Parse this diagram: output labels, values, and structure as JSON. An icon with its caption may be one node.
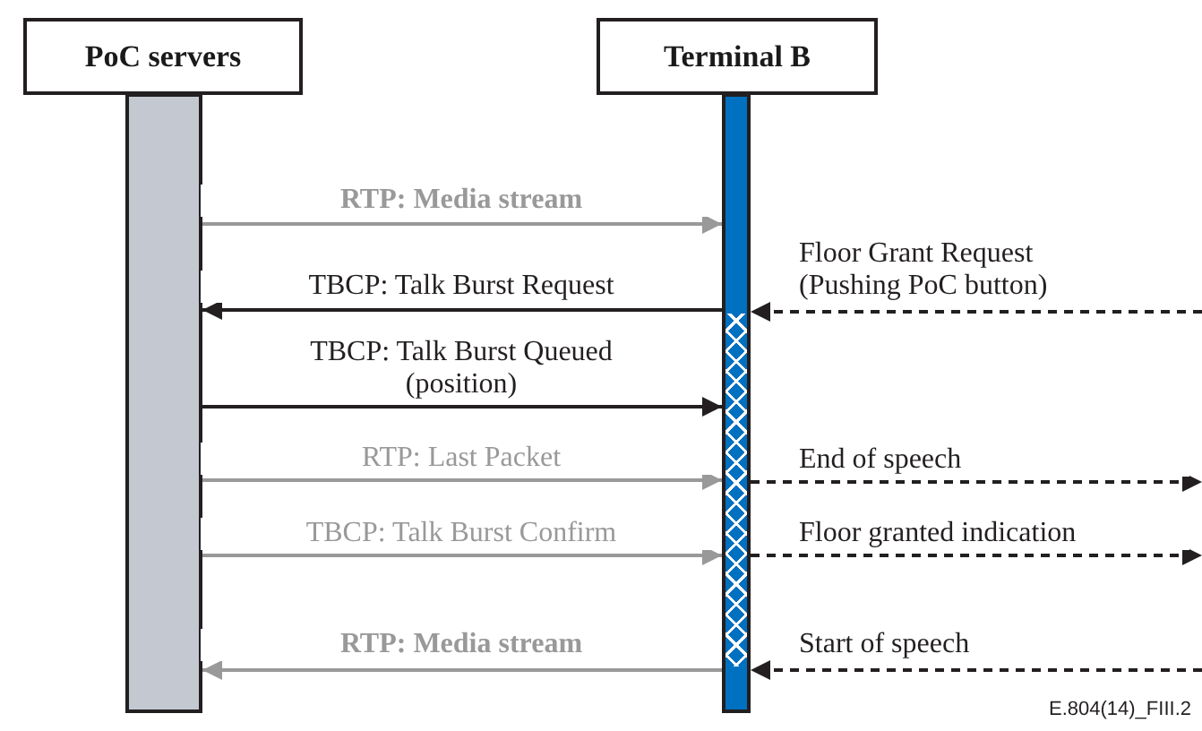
{
  "diagram": {
    "nodes": [
      {
        "text": [
          "PoC servers"
        ]
      },
      {
        "text": [
          "Terminal B"
        ]
      },
      {
        "text": [],
        "shape": "bar"
      },
      {
        "text": [],
        "shape": "bar"
      }
    ],
    "edges": [
      {
        "from": 2,
        "to": 3,
        "arrow": "to",
        "label": "RTP: Media stream",
        "color": "#999999"
      },
      {
        "from": null,
        "to": 3,
        "arrow": "to",
        "label": "Floor Grant Request (Pushing PoC button)",
        "style": "dashed"
      },
      {
        "from": 3,
        "to": 2,
        "arrow": "to",
        "label": "TBCP: Talk Burst Request"
      },
      {
        "from": 2,
        "to": 3,
        "arrow": "to",
        "label": "TBCP: Talk Burst Queued (position)"
      },
      {
        "from": 2,
        "to": 3,
        "arrow": "to",
        "label": "RTP: Last Packet",
        "color": "#999999"
      },
      {
        "from": 3,
        "to": null,
        "arrow": "to",
        "label": "End of speech",
        "style": "dashed"
      },
      {
        "from": 2,
        "to": 3,
        "arrow": "to",
        "label": "TBCP: Talk Burst Confirm",
        "color": "#999999"
      },
      {
        "from": 3,
        "to": null,
        "arrow": "to",
        "label": "Floor granted indication",
        "style": "dashed"
      },
      {
        "from": 3,
        "to": 2,
        "arrow": "to",
        "label": "RTP: Media stream",
        "color": "#999999"
      },
      {
        "from": null,
        "to": 3,
        "arrow": "to",
        "label": "Start of speech",
        "style": "dashed"
      }
    ],
    "labels": [
      "E.804(14)_FIII.2"
    ]
  }
}
